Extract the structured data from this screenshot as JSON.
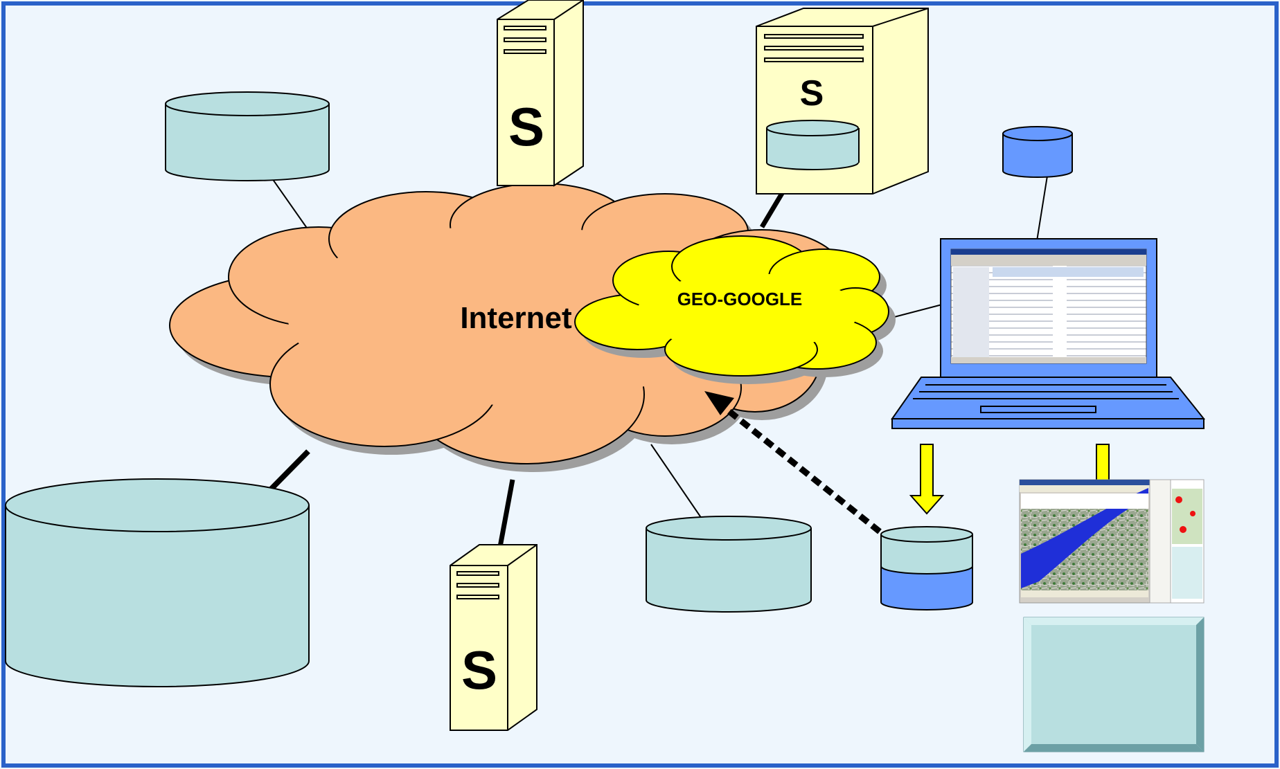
{
  "diagram": {
    "cloud_label": "Internet",
    "service_label": "GEO-GOOGLE",
    "server_labels": [
      "S",
      "S",
      "S"
    ]
  },
  "colors": {
    "frame": "#2a62c9",
    "background": "#eef6fd",
    "internet_cloud": "#fbb882",
    "geo_google_cloud": "#ffff00",
    "database_light": "#b8dfe0",
    "database_blue": "#6699ff",
    "server": "#ffffc8",
    "laptop": "#6699ff",
    "download_arrow": "#ffff00",
    "map_panel": "#b8dfe0"
  },
  "icons": [
    "server-icon",
    "database-icon",
    "laptop-icon",
    "cloud-icon",
    "map-thumbnail-icon"
  ]
}
